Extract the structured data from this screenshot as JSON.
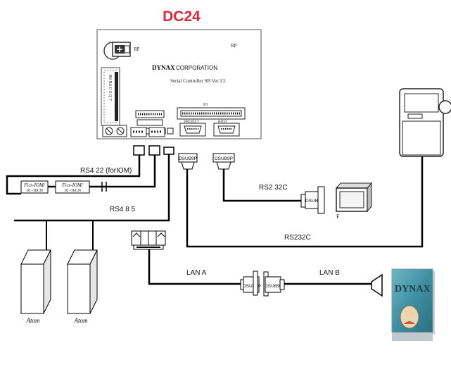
{
  "title": "DC24",
  "colors": {
    "title": "#e0283c",
    "cable": "#000000",
    "board_outline": "#555555",
    "card_teal": "#3f8fa3"
  },
  "board": {
    "brand": "DYNAX",
    "corporation": "CORPORATION",
    "subtitle": "Serial  Controller   SB  Ver.3.5",
    "io_label": "IO",
    "port_left_label": "PROJECT",
    "port_right_label": "HOST",
    "ribbon_marks": "RS  RS  C S Q 7",
    "rp_left": "RP",
    "rp_right": "RP"
  },
  "labels": {
    "rs422": "RS4 22 (forIOM)",
    "rs485": "RS4 8 5",
    "rs232c_pc": "RS2 32C",
    "rs232c_handheld": "RS232C",
    "lan_a": "LAN A",
    "lan_b": "LAN B"
  },
  "connectors": {
    "dsub_a": "DSUB9P",
    "dsub_b": "DSUB9P",
    "dsub_pc": "DSUB9P",
    "dsub_lan_a": "DSUB9P",
    "dsub_lan_b": "DSUB9P"
  },
  "modules": [
    {
      "line1": "Fics-IOM/",
      "line2": "16 -16CN"
    },
    {
      "line1": "Fics-IOM/",
      "line2": "16 -16CN"
    }
  ],
  "towers": [
    {
      "label": "Atom"
    },
    {
      "label": "Atom"
    }
  ],
  "monitor_mark": "F",
  "card_brand": "DYNAX"
}
